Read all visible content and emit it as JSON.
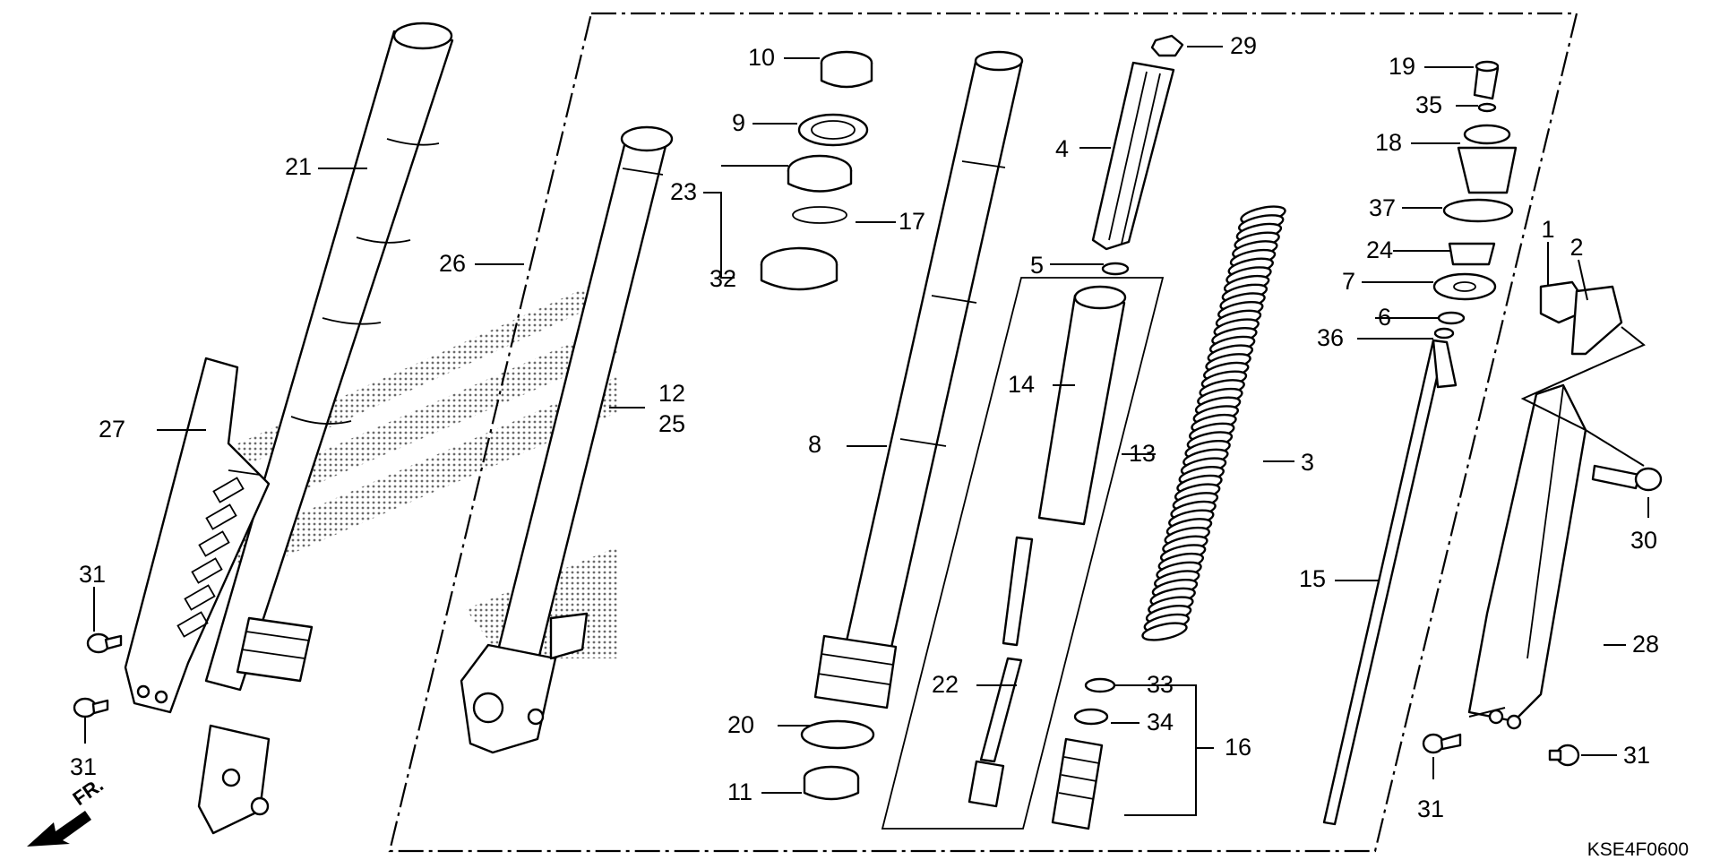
{
  "diagram_code": "KSE4F0600",
  "front_indicator": "FR.",
  "callouts": {
    "c1": "1",
    "c2": "2",
    "c3": "3",
    "c4": "4",
    "c5": "5",
    "c6": "6",
    "c7": "7",
    "c8": "8",
    "c9": "9",
    "c10": "10",
    "c11": "11",
    "c12": "12",
    "c13": "13",
    "c14": "14",
    "c15": "15",
    "c16": "16",
    "c17": "17",
    "c18": "18",
    "c19": "19",
    "c20": "20",
    "c21": "21",
    "c22": "22",
    "c23": "23",
    "c24": "24",
    "c25": "25",
    "c26": "26",
    "c27": "27",
    "c28": "28",
    "c29": "29",
    "c30": "30",
    "c31": "31",
    "c32": "32",
    "c33": "33",
    "c34": "34",
    "c35": "35",
    "c36": "36",
    "c37": "37"
  }
}
